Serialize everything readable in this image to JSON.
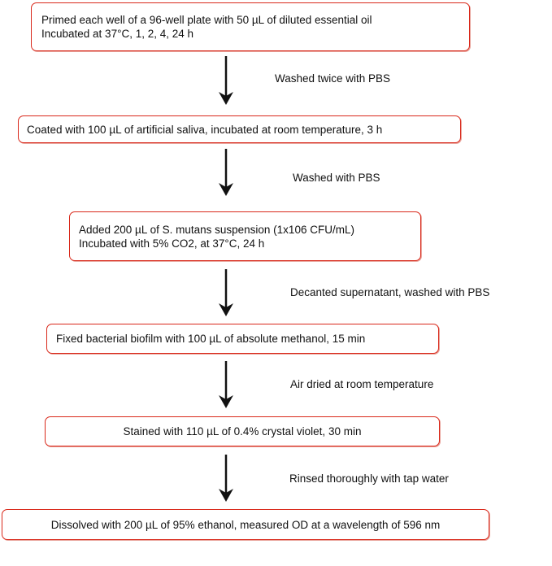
{
  "steps": [
    {
      "lines": [
        "Primed each well of a 96-well plate with 50 µL of diluted essential oil",
        "Incubated at 37°C, 1, 2, 4, 24 h"
      ]
    },
    {
      "lines": [
        "Coated with 100 µL of artificial saliva, incubated at room temperature, 3 h"
      ]
    },
    {
      "lines": [
        "Added 200 µL of S. mutans suspension (1x106 CFU/mL)",
        "Incubated with 5% CO2, at 37°C, 24 h"
      ]
    },
    {
      "lines": [
        "Fixed bacterial biofilm with 100 µL of absolute methanol, 15 min"
      ]
    },
    {
      "lines": [
        "Stained with 110 µL of 0.4% crystal violet, 30 min"
      ]
    },
    {
      "lines": [
        "Dissolved with 200 µL of 95% ethanol, measured OD at a wavelength of 596 nm"
      ]
    }
  ],
  "transitions": [
    "Washed twice with PBS",
    "Washed with PBS",
    "Decanted supernatant, washed with PBS",
    "Air dried at room temperature",
    "Rinsed thoroughly with tap water"
  ],
  "colors": {
    "box_border": "#d9281a",
    "arrow": "#111111"
  }
}
